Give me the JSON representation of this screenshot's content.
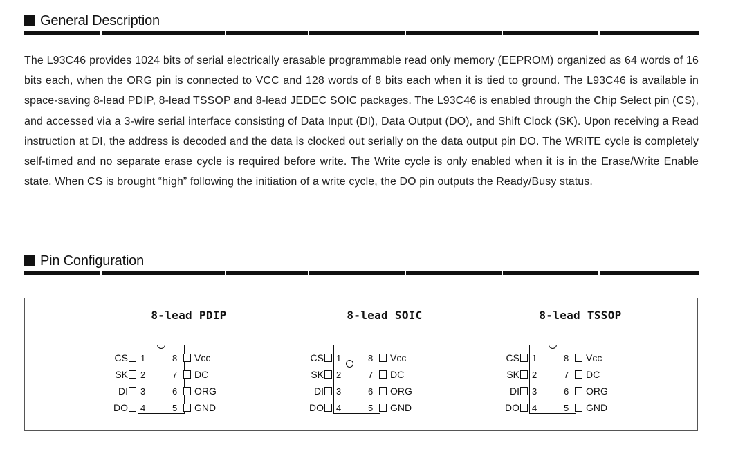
{
  "general": {
    "title": "General Description",
    "text": "The L93C46 provides 1024 bits of serial electrically erasable programmable read only memory (EEPROM) organized as 64 words of 16 bits each, when the ORG pin is connected to VCC and 128 words of 8 bits each when it is tied to ground. The L93C46 is available in space-saving 8-lead PDIP, 8-lead TSSOP and 8-lead JEDEC SOIC packages. The L93C46 is enabled through the Chip Select pin (CS), and accessed via a 3-wire serial interface consisting of Data Input (DI), Data Output (DO), and Shift Clock (SK). Upon receiving a Read instruction at DI, the address is decoded and the data is clocked out serially on the data output pin DO. The WRITE cycle is completely self-timed and no separate erase cycle is required before write. The Write cycle is only enabled when it is in the Erase/Write Enable state. When CS is brought “high” following the initiation of a write cycle, the DO pin outputs the Ready/Busy status."
  },
  "pin_config": {
    "title": "Pin Configuration",
    "packages": [
      {
        "title": "8-lead PDIP",
        "left_pins": [
          {
            "label": "CS",
            "num": "1"
          },
          {
            "label": "SK",
            "num": "2"
          },
          {
            "label": "DI",
            "num": "3"
          },
          {
            "label": "DO",
            "num": "4"
          }
        ],
        "right_pins": [
          {
            "label": "Vcc",
            "num": "8"
          },
          {
            "label": "DC",
            "num": "7"
          },
          {
            "label": "ORG",
            "num": "6"
          },
          {
            "label": "GND",
            "num": "5"
          }
        ]
      },
      {
        "title": "8-lead SOIC",
        "left_pins": [
          {
            "label": "CS",
            "num": "1"
          },
          {
            "label": "SK",
            "num": "2"
          },
          {
            "label": "DI",
            "num": "3"
          },
          {
            "label": "DO",
            "num": "4"
          }
        ],
        "right_pins": [
          {
            "label": "Vcc",
            "num": "8"
          },
          {
            "label": "DC",
            "num": "7"
          },
          {
            "label": "ORG",
            "num": "6"
          },
          {
            "label": "GND",
            "num": "5"
          }
        ]
      },
      {
        "title": "8-lead TSSOP",
        "left_pins": [
          {
            "label": "CS",
            "num": "1"
          },
          {
            "label": "SK",
            "num": "2"
          },
          {
            "label": "DI",
            "num": "3"
          },
          {
            "label": "DO",
            "num": "4"
          }
        ],
        "right_pins": [
          {
            "label": "Vcc",
            "num": "8"
          },
          {
            "label": "DC",
            "num": "7"
          },
          {
            "label": "ORG",
            "num": "6"
          },
          {
            "label": "GND",
            "num": "5"
          }
        ]
      }
    ]
  }
}
